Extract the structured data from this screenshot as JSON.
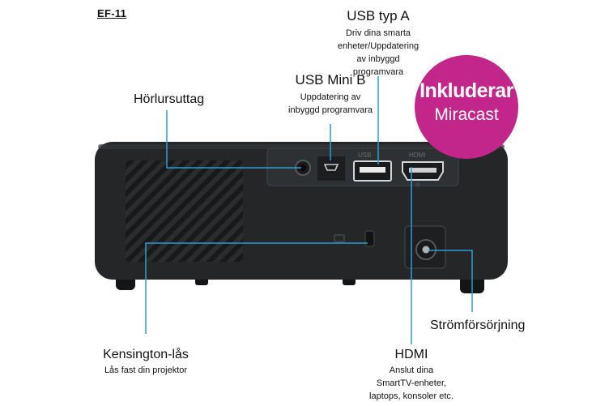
{
  "model": "EF-11",
  "badge": {
    "line1": "Inkluderar",
    "line2": "Miracast",
    "color": "#c2268a"
  },
  "labels": {
    "usb_a": {
      "title": "USB typ A",
      "desc": [
        "Driv dina smarta",
        "enheter/Uppdatering",
        "av inbyggd",
        "programvara"
      ]
    },
    "usb_mini_b": {
      "title": "USB Mini B",
      "desc": [
        "Uppdatering av",
        "inbyggd programvara"
      ]
    },
    "headphone": {
      "title": "Hörlursuttag"
    },
    "kensington": {
      "title": "Kensington-lås",
      "desc": [
        "Lås fast din projektor"
      ]
    },
    "power": {
      "title": "Strömförsörjning"
    },
    "hdmi": {
      "title": "HDMI",
      "desc": [
        "Anslut dina",
        "SmartTV-enheter,",
        "laptops, konsoler etc."
      ]
    }
  },
  "port_labels": {
    "usb": "USB",
    "hdmi": "HDMI"
  },
  "colors": {
    "leader": "#2b9fd1",
    "body": "#242628",
    "panel": "#2e3133"
  },
  "icons": [
    "projector-image",
    "headphone-jack-icon",
    "usb-mini-b-icon",
    "usb-a-icon",
    "hdmi-icon",
    "kensington-slot-icon",
    "power-jack-icon"
  ]
}
